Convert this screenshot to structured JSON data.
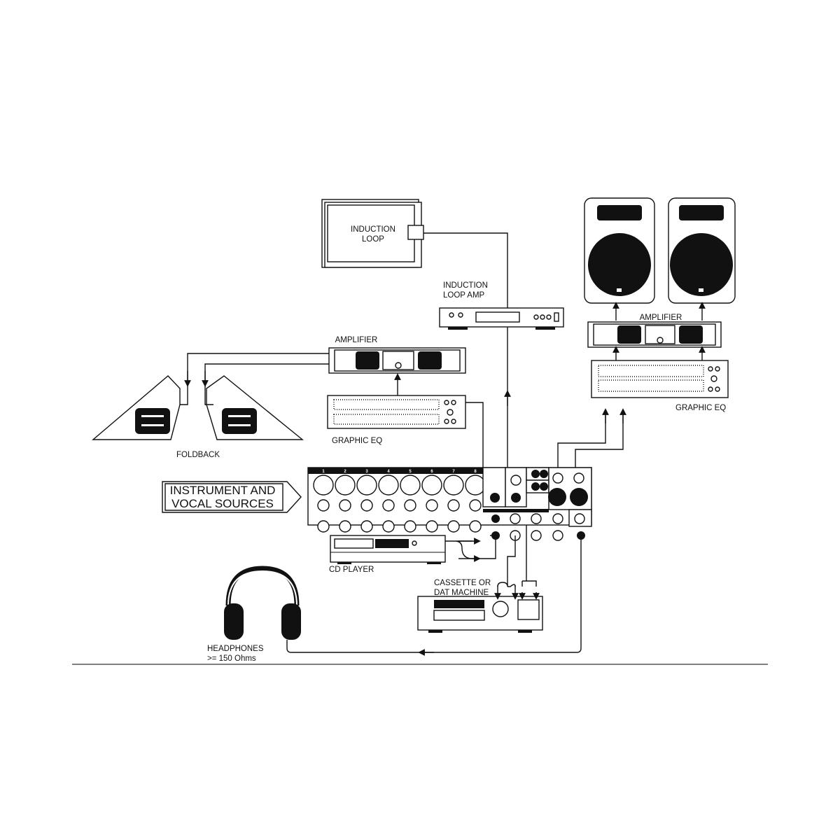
{
  "labels": {
    "induction_loop": [
      "INDUCTION",
      "LOOP"
    ],
    "induction_loop_amp": [
      "INDUCTION",
      "LOOP AMP"
    ],
    "amplifier_right": "AMPLIFIER",
    "graphic_eq_right": "GRAPHIC EQ",
    "amplifier_left": "AMPLIFIER",
    "graphic_eq_left": "GRAPHIC EQ",
    "foldback": "FOLDBACK",
    "sources": [
      "INSTRUMENT AND",
      "VOCAL SOURCES"
    ],
    "cd_player": "CD PLAYER",
    "cassette": [
      "CASSETTE OR",
      "DAT MACHINE"
    ],
    "headphones": [
      "HEADPHONES",
      ">= 150 Ohms"
    ]
  },
  "mixer": {
    "channels": [
      "1",
      "2",
      "3",
      "4",
      "5",
      "6",
      "7",
      "8"
    ]
  },
  "colors": {
    "ink": "#111111",
    "background": "#ffffff",
    "rule": "#555555"
  }
}
